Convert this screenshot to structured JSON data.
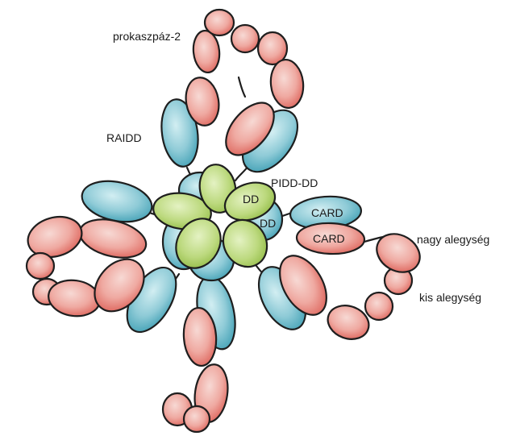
{
  "labels": {
    "procaspase": "prokaszpáz-2",
    "raidd": "RAIDD",
    "pidd_dd": "PIDD-DD",
    "dd_1": "DD",
    "dd_2": "DD",
    "card_1": "CARD",
    "card_2": "CARD",
    "large_subunit": "nagy alegység",
    "small_subunit": "kis alegység"
  },
  "colors": {
    "red_domain": "#e06f66",
    "red_highlight": "#f7d9d4",
    "blue_domain": "#49a9bd",
    "blue_highlight": "#d2eef2",
    "green_domain": "#a8cc5a",
    "green_highlight": "#e4f2c3",
    "outline": "#1e1e1e"
  }
}
